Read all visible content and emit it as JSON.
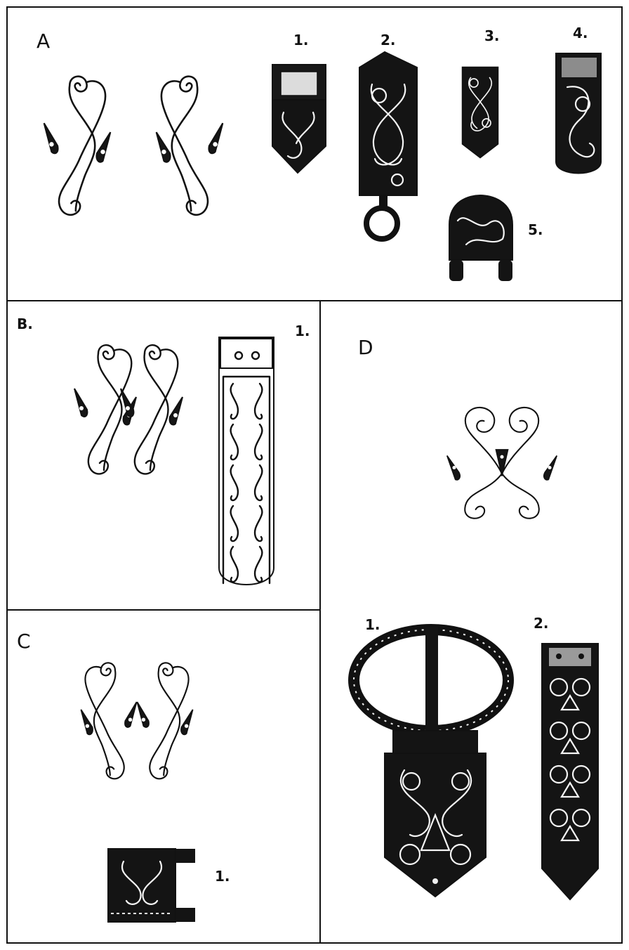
{
  "plate": {
    "panels": {
      "A": {
        "label": "A",
        "items": [
          "1.",
          "2.",
          "3.",
          "4.",
          "5."
        ]
      },
      "B": {
        "label": "B.",
        "items": [
          "1."
        ]
      },
      "C": {
        "label": "C",
        "items": [
          "1."
        ]
      },
      "D": {
        "label": "D",
        "items": [
          "1.",
          "2."
        ]
      }
    }
  },
  "icons": {
    "scroll_motif": "s-scroll-with-bird-heads-icon",
    "strap_end": "strap-end-icon",
    "buckle": "belt-buckle-icon"
  },
  "colors": {
    "ink": "#111111",
    "paper": "#ffffff"
  }
}
